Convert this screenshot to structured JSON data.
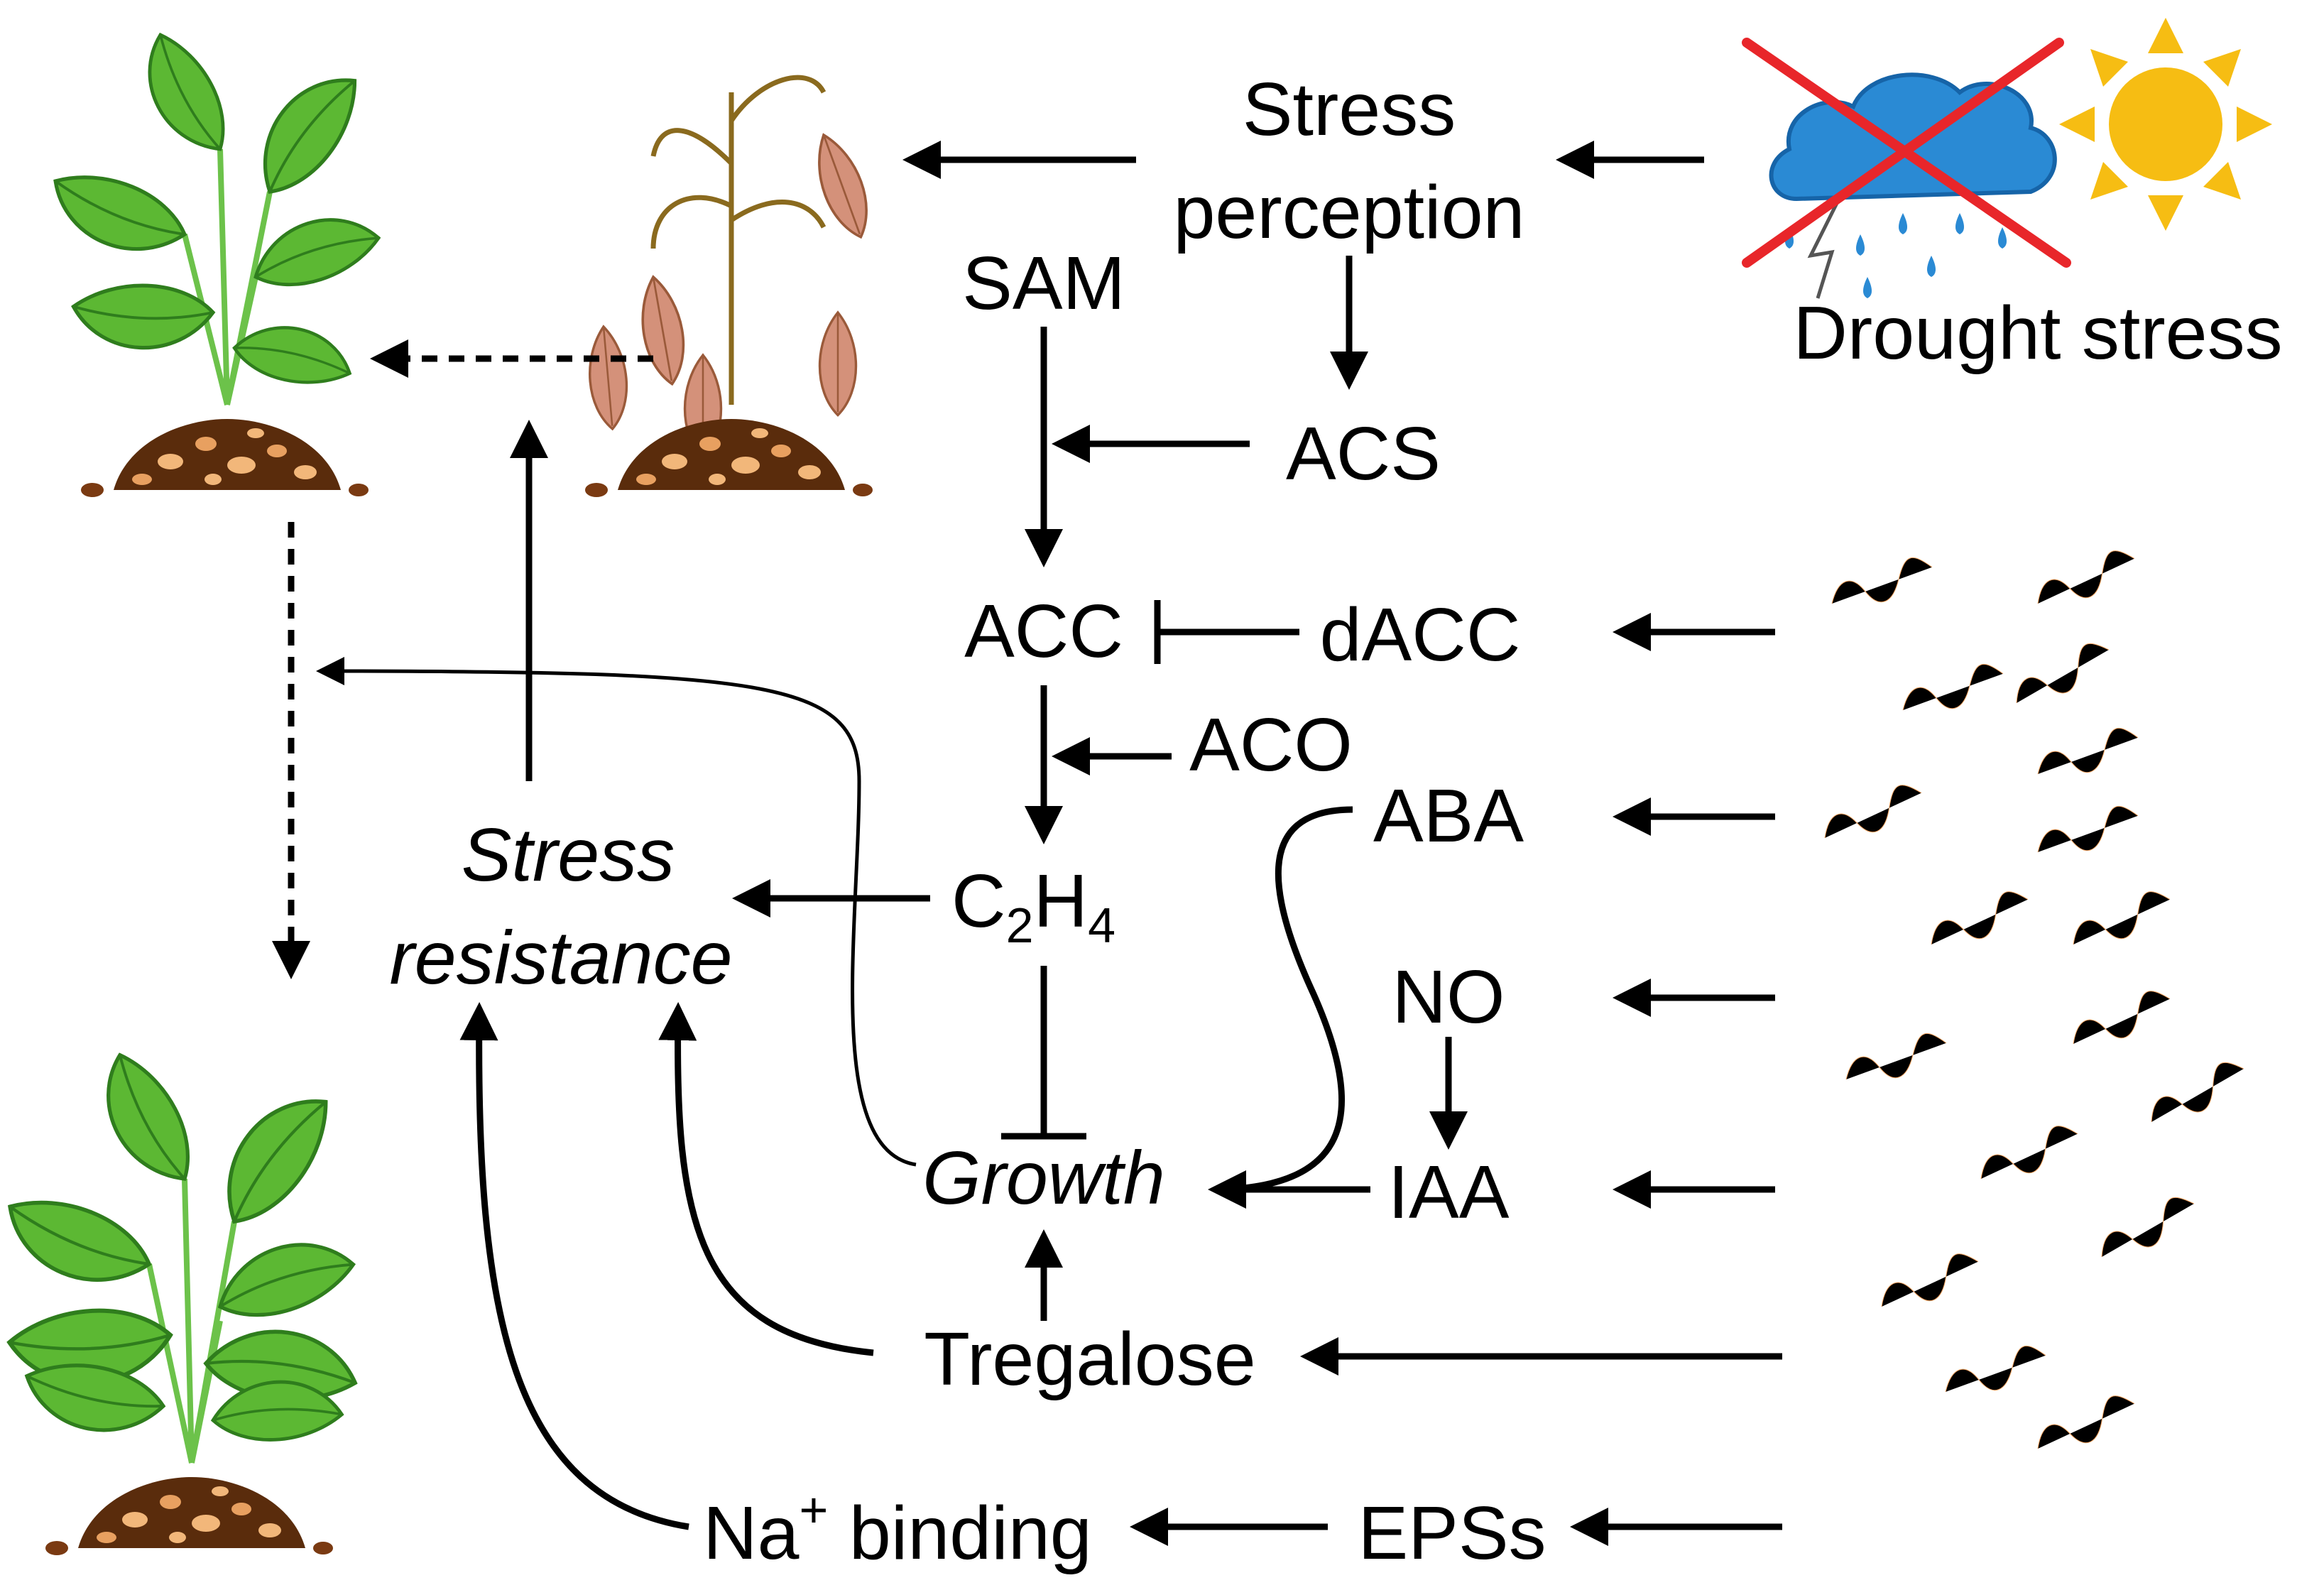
{
  "labels": {
    "stress_perception_line1": "Stress",
    "stress_perception_line2": "perception",
    "drought_stress": "Drought stress",
    "sam": "SAM",
    "acs": "ACS",
    "acc": "ACC",
    "dacc": "dACC",
    "aco": "ACO",
    "c2h4_c": "C",
    "c2h4_2": "2",
    "c2h4_h": "H",
    "c2h4_4": "4",
    "aba": "ABA",
    "no": "NO",
    "iaa": "IAA",
    "growth": "Growth",
    "stress_resistance_line1": "Stress",
    "stress_resistance_line2": "resistance",
    "tregalose": "Tregalose",
    "na_binding_na": "Na",
    "na_binding_plus": "+",
    "na_binding_rest": " binding",
    "epss": "EPSs"
  },
  "colors": {
    "leaf_dark": "#3f9a2a",
    "leaf_light": "#8fd14f",
    "soil": "#6b3410",
    "soil_light": "#f2b77a",
    "wilted_leaf": "#c98a6a",
    "wilted_stem": "#8a6a1e",
    "cloud": "#2a8ad4",
    "cross": "#e8262a",
    "sun": "#f6bd13",
    "bacteria": "#f7a663"
  },
  "icons": {
    "healthy_plant": "healthy-plant-icon",
    "wilted_plant": "wilted-plant-icon",
    "recovered_plant": "recovered-plant-icon",
    "rain_cloud": "rain-cloud-icon",
    "sun": "sun-icon",
    "bacteria": "bacteria-icon"
  }
}
